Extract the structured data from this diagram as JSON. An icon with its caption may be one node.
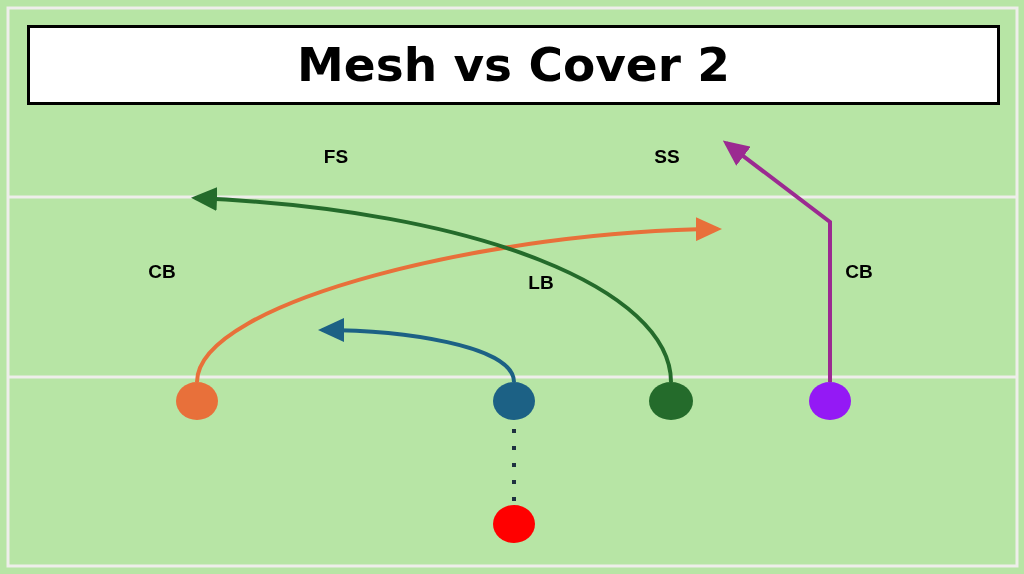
{
  "diagram": {
    "title": "Mesh vs Cover 2",
    "nodes": [
      {
        "text": [],
        "shape": "circle"
      },
      {
        "text": [],
        "shape": "circle"
      },
      {
        "text": [],
        "shape": "circle"
      },
      {
        "text": [],
        "shape": "circle"
      },
      {
        "text": [],
        "shape": "circle"
      }
    ],
    "edges": [
      {
        "from": 0,
        "to": null,
        "arrow": "to",
        "color": "#e8703a"
      },
      {
        "from": 1,
        "to": null,
        "arrow": "to",
        "color": "#1c6185"
      },
      {
        "from": 2,
        "to": null,
        "arrow": "to",
        "color": "#246b2b"
      },
      {
        "from": 3,
        "to": null,
        "arrow": "to",
        "color": "#9b2a91"
      },
      {
        "from": 1,
        "to": 4,
        "arrow": "none",
        "style": "dashed",
        "color": "#1d3040"
      }
    ],
    "labels": [
      "FS",
      "SS",
      "CB",
      "LB",
      "CB"
    ]
  }
}
